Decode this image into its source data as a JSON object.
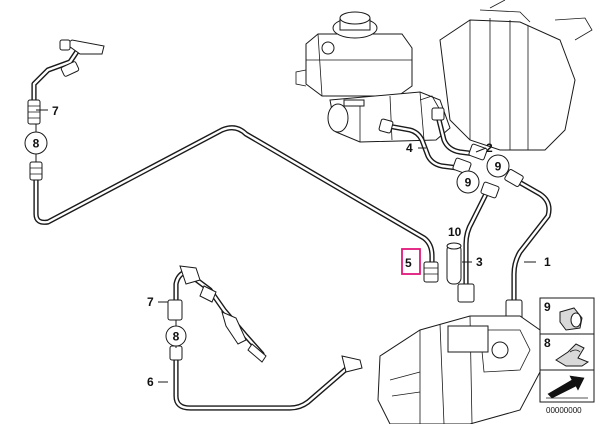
{
  "callouts": {
    "c1": "1",
    "c2": "2",
    "c3": "3",
    "c4": "4",
    "c5": "5",
    "c6": "6",
    "c7a": "7",
    "c7b": "7",
    "c8a": "8",
    "c8b": "8",
    "c9a": "9",
    "c9b": "9",
    "c10": "10"
  },
  "legend": {
    "item_9": "9",
    "item_8": "8",
    "diagram_code": "00000000"
  },
  "highlight_color": "#e2187b"
}
